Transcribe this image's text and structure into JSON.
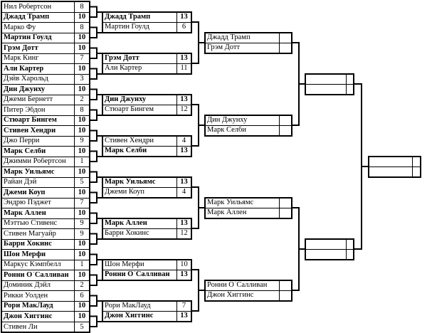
{
  "round1": [
    {
      "name": "Нил Робертсон",
      "score": "8",
      "winner": false
    },
    {
      "name": "Джадд Трамп",
      "score": "10",
      "winner": true
    },
    {
      "name": "Марко Фу",
      "score": "8",
      "winner": false
    },
    {
      "name": "Мартин Гоулд",
      "score": "10",
      "winner": true
    },
    {
      "name": "Грэм Дотт",
      "score": "10",
      "winner": true
    },
    {
      "name": "Марк Кинг",
      "score": "7",
      "winner": false
    },
    {
      "name": "Али Картер",
      "score": "10",
      "winner": true
    },
    {
      "name": "Дэйв Харольд",
      "score": "3",
      "winner": false
    },
    {
      "name": "Дин Джунху",
      "score": "10",
      "winner": true
    },
    {
      "name": "Джеми Бернетт",
      "score": "2",
      "winner": false
    },
    {
      "name": "Питер Эбдон",
      "score": "8",
      "winner": false
    },
    {
      "name": "Стюарт Бингем",
      "score": "10",
      "winner": true
    },
    {
      "name": "Стивен Хендри",
      "score": "10",
      "winner": true
    },
    {
      "name": "Джо Перри",
      "score": "9",
      "winner": false
    },
    {
      "name": "Марк Селби",
      "score": "10",
      "winner": true
    },
    {
      "name": "Джимми Робертсон",
      "score": "1",
      "winner": false
    },
    {
      "name": "Марк Уильямс",
      "score": "10",
      "winner": true
    },
    {
      "name": "Райан Дэй",
      "score": "5",
      "winner": false
    },
    {
      "name": "Джеми Коуп",
      "score": "10",
      "winner": true
    },
    {
      "name": "Эндрю Пэджет",
      "score": "7",
      "winner": false
    },
    {
      "name": "Марк Аллен",
      "score": "10",
      "winner": true
    },
    {
      "name": "Мэттью Стивенс",
      "score": "9",
      "winner": false
    },
    {
      "name": "Стивен Магуайр",
      "score": "9",
      "winner": false
    },
    {
      "name": "Барри Хокинс",
      "score": "10",
      "winner": true
    },
    {
      "name": "Шон Мерфи",
      "score": "10",
      "winner": true
    },
    {
      "name": "Маркус Кэмпбелл",
      "score": "1",
      "winner": false
    },
    {
      "name": "Ронни О`Салливан",
      "score": "10",
      "winner": true
    },
    {
      "name": "Доминик Дэйл",
      "score": "2",
      "winner": false
    },
    {
      "name": "Рикки Уолден",
      "score": "6",
      "winner": false
    },
    {
      "name": "Рори МакЛауд",
      "score": "10",
      "winner": true
    },
    {
      "name": "Джон Хиггинс",
      "score": "10",
      "winner": true
    },
    {
      "name": "Стивен Ли",
      "score": "5",
      "winner": false
    }
  ],
  "round2": [
    {
      "name": "Джадд Трамп",
      "score": "13",
      "winner": true
    },
    {
      "name": "Мартин Гоулд",
      "score": "6",
      "winner": false
    },
    {
      "name": "Грэм Дотт",
      "score": "13",
      "winner": true
    },
    {
      "name": "Али Картер",
      "score": "11",
      "winner": false
    },
    {
      "name": "Дин Джунху",
      "score": "13",
      "winner": true
    },
    {
      "name": "Стюарт Бингем",
      "score": "12",
      "winner": false
    },
    {
      "name": "Стивен Хендри",
      "score": "4",
      "winner": false
    },
    {
      "name": "Марк Селби",
      "score": "13",
      "winner": true
    },
    {
      "name": "Марк Уильямс",
      "score": "13",
      "winner": true
    },
    {
      "name": "Джеми Коуп",
      "score": "4",
      "winner": false
    },
    {
      "name": "Марк Аллен",
      "score": "13",
      "winner": true
    },
    {
      "name": "Барри Хокинс",
      "score": "12",
      "winner": false
    },
    {
      "name": "Шон Мерфи",
      "score": "10",
      "winner": false
    },
    {
      "name": "Ронни О`Салливан",
      "score": "13",
      "winner": true
    },
    {
      "name": "Рори МакЛауд",
      "score": "7",
      "winner": false
    },
    {
      "name": "Джон Хиггинс",
      "score": "13",
      "winner": true
    }
  ],
  "quarterfinals": [
    {
      "name": "Джадд Трамп"
    },
    {
      "name": "Грэм Дотт"
    },
    {
      "name": "Дин Джунху"
    },
    {
      "name": "Марк Селби"
    },
    {
      "name": "Марк Уильямс"
    },
    {
      "name": "Марк Аллен"
    },
    {
      "name": "Ронни О`Салливан"
    },
    {
      "name": "Джон Хиггинс"
    }
  ]
}
